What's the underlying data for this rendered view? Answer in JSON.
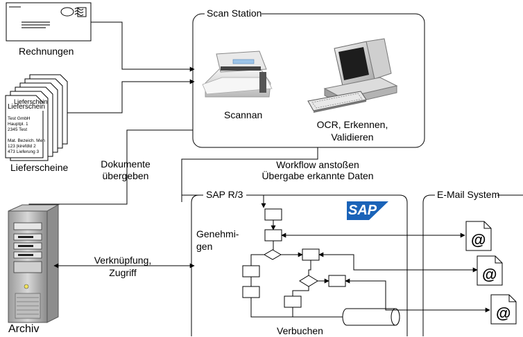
{
  "scan_station": {
    "title": "Scan Station",
    "scanner_label": "Scannan",
    "ocr_label_line1": "OCR, Erkennen,",
    "ocr_label_line2": "Validieren"
  },
  "sources": {
    "invoices_label": "Rechnungen",
    "delivery_notes_label": "Lieferscheine"
  },
  "delivery_note_doc": {
    "back_title": "Lieferschein",
    "title": "Lieferschein",
    "company": "Test GmbH",
    "street": "Hauptpl. 1",
    "city": "2345 Test",
    "col_header": "Mat. Bezeich. Men",
    "row1": "123 |kirefdld  2",
    "row2": "473 Lieferung 3"
  },
  "handoff": {
    "line1": "Dokumente",
    "line2": "übergeben"
  },
  "workflow": {
    "line1": "Workflow anstoßen",
    "line2": "Übergabe erkannte Daten"
  },
  "sap": {
    "title": "SAP R/3",
    "logo_text": "SAP",
    "approve_line1": "Genehmi-",
    "approve_line2": "gen",
    "booking_label": "Verbuchen"
  },
  "email": {
    "title": "E-Mail System",
    "at_symbol": "@"
  },
  "archive": {
    "label": "Archiv",
    "link_line1": "Verknüpfung,",
    "link_line2": "Zugriff"
  },
  "colors": {
    "sap_blue": "#1a63b8"
  }
}
